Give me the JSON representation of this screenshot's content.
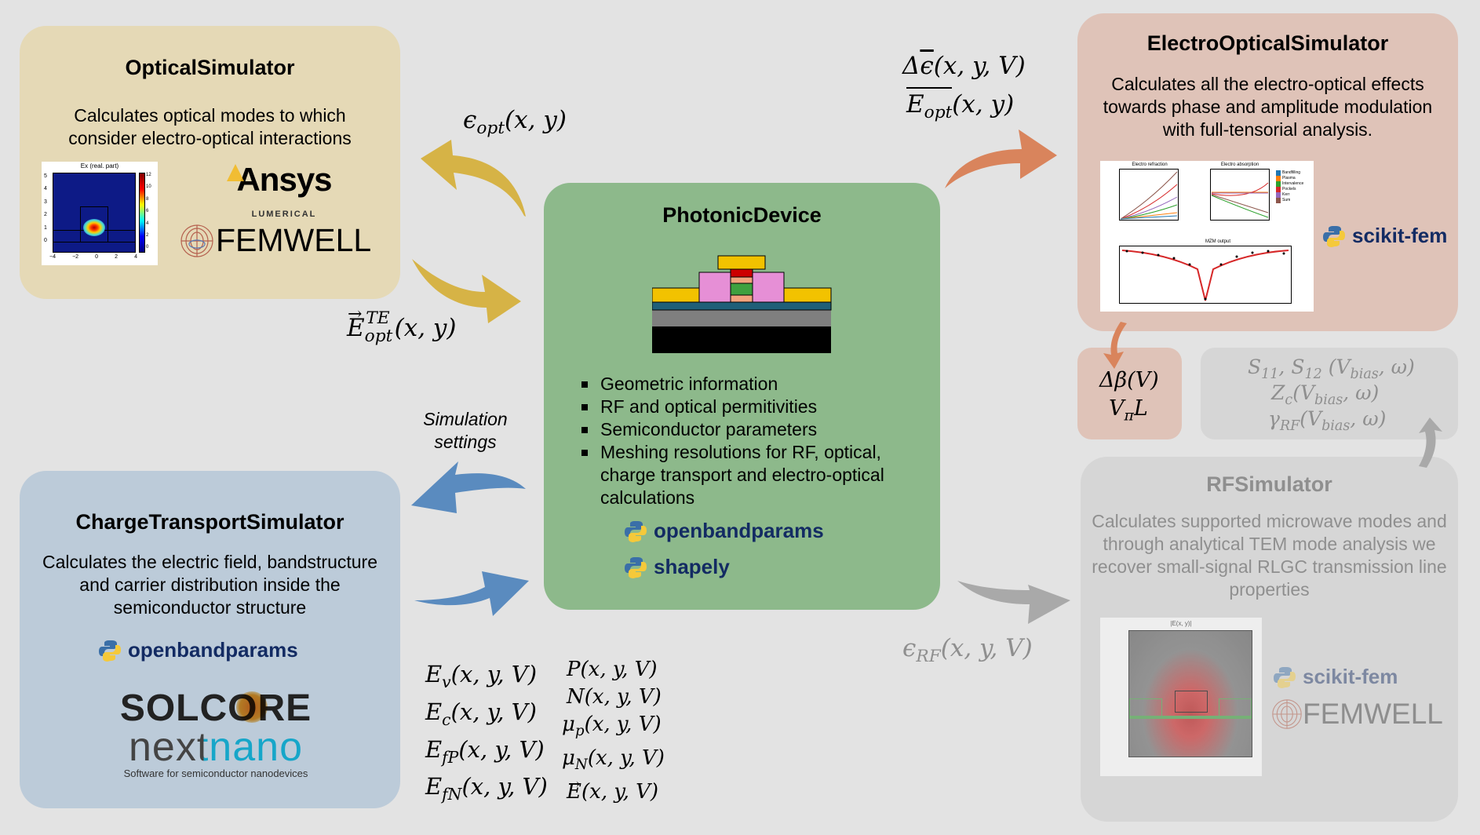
{
  "optical": {
    "title": "OpticalSimulator",
    "description": "Calculates optical modes to which consider electro-optical interactions",
    "plot_title": "Ex (real. part)",
    "y_ticks": [
      "5",
      "4",
      "3",
      "2",
      "1",
      "0"
    ],
    "x_ticks": [
      "−4",
      "−2",
      "0",
      "2",
      "4"
    ],
    "colorbar_ticks": [
      "12",
      "10",
      "8",
      "6",
      "4",
      "2",
      "0"
    ],
    "ansys_logo": "Ansys",
    "lumerical_logo": "LUMERICAL",
    "femwell_logo": "FEMWELL"
  },
  "electro_optical": {
    "title": "ElectroOpticalSimulator",
    "description": "Calculates all the electro-optical effects towards phase and amplitude modulation with full-tensorial analysis.",
    "plot1_title": "Electro refraction",
    "plot2_title": "Electro absorption",
    "plot3_title": "MZM output",
    "legend": [
      "Bandfilling",
      "Plasma",
      "Intervalence",
      "Pockels",
      "Kerr",
      "Sum"
    ],
    "package": "scikit-fem"
  },
  "photonic_device": {
    "title": "PhotonicDevice",
    "bullets": [
      "Geometric information",
      "RF and optical permitivities",
      "Semiconductor parameters",
      "Meshing resolutions for RF, optical, charge transport and electro-optical calculations"
    ],
    "packages": [
      "openbandparams",
      "shapely"
    ]
  },
  "charge_transport": {
    "title": "ChargeTransportSimulator",
    "description": "Calculates the electric field, bandstructure and carrier distribution inside the semiconductor structure",
    "package": "openbandparams",
    "solcore_logo": "SOLCORE",
    "nextnano_logo": "nextnano",
    "nextnano_tagline": "Software for semiconductor nanodevices"
  },
  "rf": {
    "title": "RFSimulator",
    "description": "Calculates supported microwave modes and through analytical TEM mode analysis we recover small-signal RLGC transmission line properties",
    "plot_title": "|E(x, y)|",
    "package": "scikit-fem",
    "femwell_logo": "FEMWELL"
  },
  "labels": {
    "simulation_settings": "Simulation settings"
  },
  "colors": {
    "optical_bg": "#e5d9b6",
    "photonic_bg": "#8db98b",
    "charge_bg": "#bccbd9",
    "eo_bg": "#dfc3b8",
    "rf_bg": "#d6d6d6",
    "gold_arrow": "#d6b346",
    "orange_arrow": "#d9845c",
    "blue_arrow": "#5a8bbf",
    "grey_arrow": "#a9a9a9"
  }
}
